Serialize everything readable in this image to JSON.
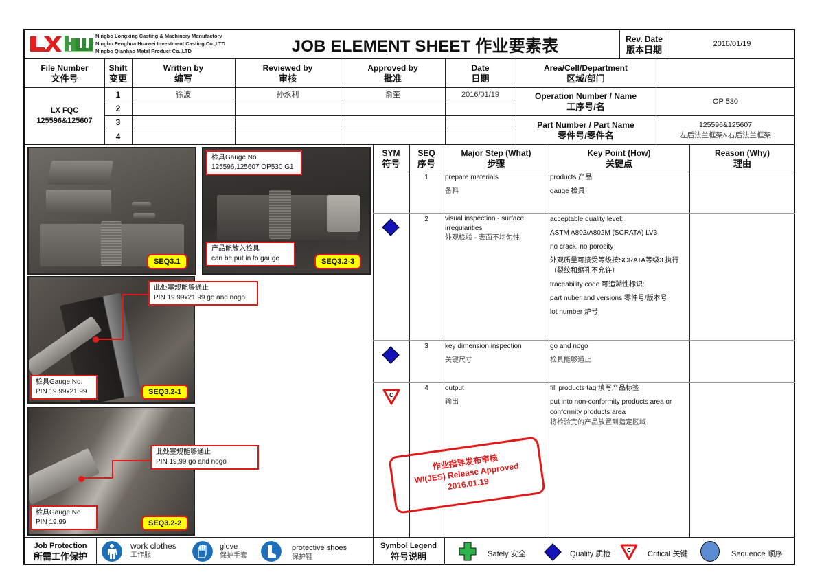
{
  "header": {
    "companies": [
      "Ningbo Longxing Casting & Machinery Manufactory",
      "Ningbo Fenghua Huawei Investment Casting Co.,LTD",
      "Ningbo Qianhao Metal Product Co.,LTD"
    ],
    "logo_left": "LX",
    "logo_right": "HW",
    "title": "JOB ELEMENT SHEET 作业要素表",
    "rev_date_label_en": "Rev. Date",
    "rev_date_label_cn": "版本日期",
    "rev_date_value": "2016/01/19"
  },
  "info": {
    "file_number": {
      "label_en": "File Number",
      "label_cn": "文件号",
      "value_line1": "LX FQC",
      "value_line2": "125596&125607"
    },
    "shift": {
      "label_en": "Shift",
      "label_cn": "变更",
      "rows": [
        "1",
        "2",
        "3",
        "4"
      ]
    },
    "written_by": {
      "label_en": "Written by",
      "label_cn": "编写",
      "value": "徐波"
    },
    "reviewed_by": {
      "label_en": "Reviewed by",
      "label_cn": "审核",
      "value": "孙永利"
    },
    "approved_by": {
      "label_en": "Approved by",
      "label_cn": "批准",
      "value": "俞奎"
    },
    "date": {
      "label_en": "Date",
      "label_cn": "日期",
      "value": "2016/01/19"
    },
    "area": {
      "label_en": "Area/Cell/Department",
      "label_cn": "区域/部门",
      "value": ""
    },
    "operation": {
      "label_en": "Operation Number / Name",
      "label_cn": "工序号/名",
      "value": "OP 530"
    },
    "part": {
      "label_en": "Part Number / Part Name",
      "label_cn": "零件号/零件名",
      "value_line1": "125596&125607",
      "value_line2": "左后法兰框架&右后法兰框架"
    }
  },
  "photos": {
    "p1": {
      "seq": "SEQ3.1"
    },
    "p2": {
      "seq": "SEQ3.2-3",
      "callout_top_1": "检具Gauge No.",
      "callout_top_2": "125596,125607 OP530 G1",
      "callout_bottom_1": "产品能放入检具",
      "callout_bottom_2": "can be put in to gauge"
    },
    "p3": {
      "seq": "SEQ3.2-1",
      "callout_top_1": "此处塞规能够通止",
      "callout_top_2": "PIN 19.99x21.99 go and nogo",
      "callout_bottom_1": "检具Gauge No.",
      "callout_bottom_2": "PIN 19.99x21.99"
    },
    "p4": {
      "seq": "SEQ3.2-2",
      "callout_top_1": "此处塞规能够通止",
      "callout_top_2": "PIN 19.99 go and nogo",
      "callout_bottom_1": "检具Gauge No.",
      "callout_bottom_2": "PIN 19.99"
    }
  },
  "steps_table": {
    "headers": {
      "sym": {
        "en": "SYM",
        "cn": "符号"
      },
      "seq": {
        "en": "SEQ",
        "cn": "序号"
      },
      "major": {
        "en": "Major Step (What)",
        "cn": "步骤"
      },
      "key": {
        "en": "Key Point (How)",
        "cn": "关键点"
      },
      "reason": {
        "en": "Reason (Why)",
        "cn": "理由"
      }
    },
    "rows": [
      {
        "sym": "",
        "seq": "1",
        "major_en": "prepare materials",
        "major_cn": "备料",
        "key": [
          "products 产品",
          "gauge 检具"
        ],
        "reason": ""
      },
      {
        "sym": "quality",
        "seq": "2",
        "major_en": "visual inspection - surface irregularities",
        "major_cn": "外观检验 - 表面不均匀性",
        "key": [
          "acceptable quality level:",
          "ASTM A802/A802M (SCRATA) LV3",
          "no crack, no porosity",
          "外观质量可接受等级按SCRATA等级3 执行（裂纹和缩孔不允许）",
          "traceability code 可追溯性标识:",
          "part nuber and versions 零件号/版本号",
          "lot number 炉号"
        ],
        "reason": ""
      },
      {
        "sym": "quality",
        "seq": "3",
        "major_en": "key  dimension inspection",
        "major_cn": "关键尺寸",
        "key": [
          "go and nogo",
          "检具能够通止"
        ],
        "reason": ""
      },
      {
        "sym": "critical",
        "seq": "4",
        "major_en": "output",
        "major_cn": "输出",
        "key": [
          "fill  products tag 填写产品标签",
          "put into non-conformity products area or conformity products area",
          "将检验完的产品放置到指定区域"
        ],
        "reason": ""
      }
    ]
  },
  "stamp": {
    "line1": "作业指导发布审核",
    "line2": "WI(JES) Release Approved",
    "line3": "2016.01.19"
  },
  "footer": {
    "protection_label_en": "Job Protection",
    "protection_label_cn": "所需工作保护",
    "protection_items": [
      {
        "icon": "work-clothes-icon",
        "en": "work clothes",
        "cn": "工作服"
      },
      {
        "icon": "glove-icon",
        "en": "glove",
        "cn": "保护手套"
      },
      {
        "icon": "protective-shoes-icon",
        "en": "protective shoes",
        "cn": "保护鞋"
      }
    ],
    "legend_label_en": "Symbol Legend",
    "legend_label_cn": "符号说明",
    "legend_items": [
      {
        "icon": "safety-cross-icon",
        "label": "Safely  安全"
      },
      {
        "icon": "quality-diamond-icon",
        "label": "Quality 质检"
      },
      {
        "icon": "critical-triangle-icon",
        "label": "Critical 关键",
        "glyph": "C"
      },
      {
        "icon": "sequence-circle-icon",
        "label": "Sequence 顺序"
      }
    ]
  },
  "colors": {
    "quality": "#1313b8",
    "critical": "#e01a1a",
    "safety": "#2db34a",
    "sequence": "#5b8bd0",
    "ppe": "#1c6fb8",
    "stamp": "#e01a1a",
    "seq_tag_bg": "#ffff00"
  }
}
